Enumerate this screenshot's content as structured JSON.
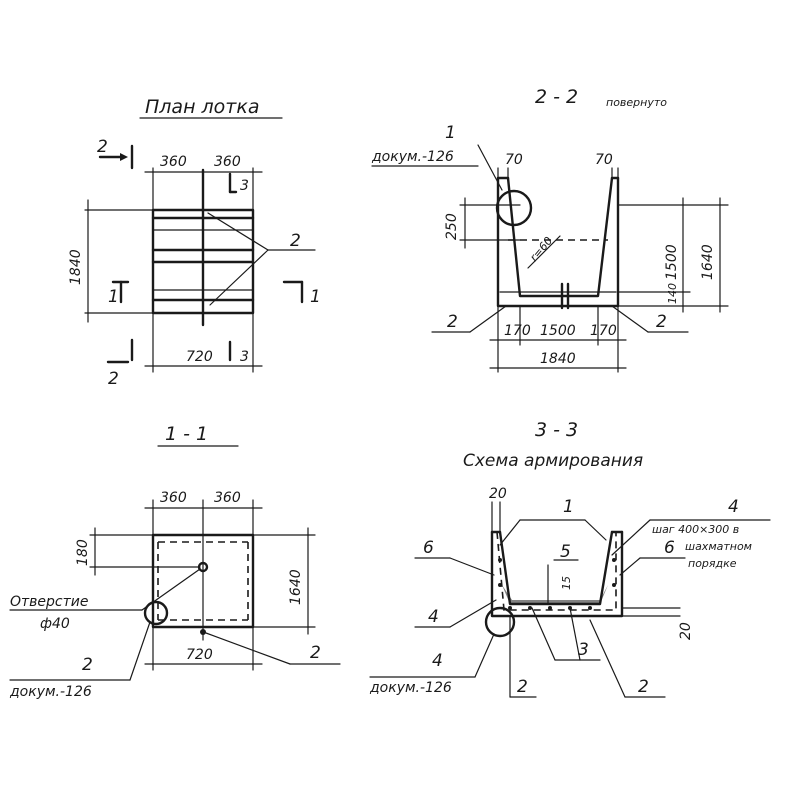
{
  "plan": {
    "title": "План лотка",
    "dim_top_left": "360",
    "dim_top_right": "360",
    "dim_height": "1840",
    "dim_bottom": "720",
    "sec_2_top": "2",
    "sec_2_bottom": "2",
    "sec_3_top": "3",
    "sec_3_bottom": "3",
    "sec_1_left": "1",
    "sec_1_right": "1",
    "callout": "2"
  },
  "section22": {
    "title": "2 - 2",
    "note": "повернуто",
    "ref_num": "1",
    "ref_doc": "докум.-126",
    "dim_wall_left": "70",
    "dim_wall_right": "70",
    "dim_250": "250",
    "dim_r": "r=60",
    "dim_1500_v": "1500",
    "dim_1640": "1640",
    "dim_140": "140",
    "dim_170_left": "170",
    "dim_1500_h": "1500",
    "dim_170_right": "170",
    "dim_1840": "1840",
    "callout_left": "2",
    "callout_right": "2"
  },
  "section11": {
    "title": "1 - 1",
    "dim_top_left": "360",
    "dim_top_right": "360",
    "dim_180": "180",
    "dim_1640": "1640",
    "dim_720": "720",
    "hole_label": "Отверстие",
    "hole_size": "ф40",
    "ref_num": "2",
    "ref_doc": "докум.-126",
    "callout": "2"
  },
  "section33": {
    "title": "3 - 3",
    "subtitle": "Схема армирования",
    "dim_20_top": "20",
    "dim_20_right": "20",
    "dim_15": "15",
    "num_1": "1",
    "num_4_top": "4",
    "note_line1": "шаг 400×300 в",
    "note_line2": "шахматном",
    "note_line3": "порядке",
    "num_6_left": "6",
    "num_6_right": "6",
    "num_5": "5",
    "num_4_left": "4",
    "num_3": "3",
    "ref_num": "4",
    "ref_doc": "докум.-126",
    "num_2_left": "2",
    "num_2_right": "2"
  }
}
